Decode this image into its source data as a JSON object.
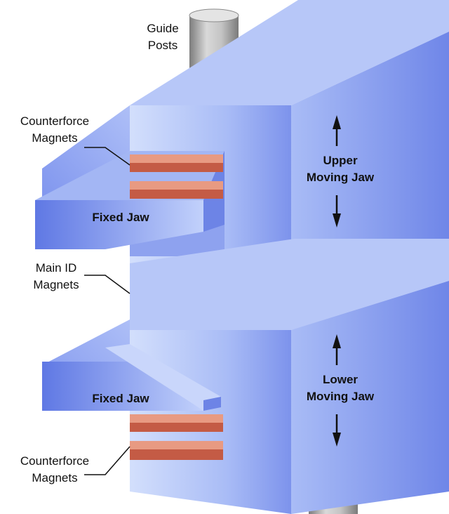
{
  "labels": {
    "guide_posts": [
      "Guide",
      "Posts"
    ],
    "counterforce_upper": [
      "Counterforce",
      "Magnets"
    ],
    "main_id": [
      "Main ID",
      "Magnets"
    ],
    "counterforce_lower": [
      "Counterforce",
      "Magnets"
    ],
    "fixed_jaw_upper": "Fixed Jaw",
    "fixed_jaw_lower": "Fixed Jaw",
    "upper_moving_jaw": [
      "Upper",
      "Moving Jaw"
    ],
    "lower_moving_jaw": [
      "Lower",
      "Moving Jaw"
    ]
  },
  "colors": {
    "jaw_light": "#c8d6fb",
    "jaw_mid": "#98acf2",
    "jaw_dark": "#6a80e6",
    "jaw_edge": "#5a6fd8",
    "magnet_top": "#e89880",
    "magnet_front": "#c25a44",
    "post_light": "#d8d8d8",
    "post_dark": "#8a8a8a"
  },
  "icons": [
    "up-arrow-icon",
    "down-arrow-icon"
  ]
}
